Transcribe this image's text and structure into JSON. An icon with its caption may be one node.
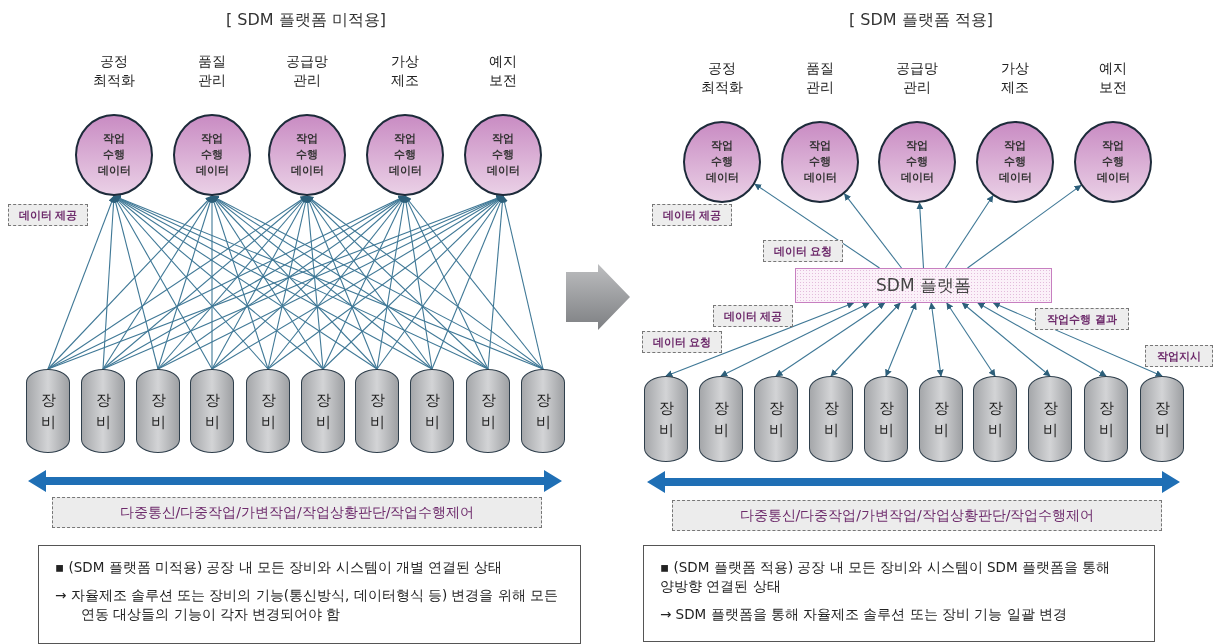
{
  "diagram": {
    "nodes": [
      {
        "text": [
          "공정 최적화",
          "작업 수행 데이터"
        ]
      },
      {
        "text": [
          "품질 관리",
          "작업 수행 데이터"
        ]
      },
      {
        "text": [
          "공급망 관리",
          "작업 수행 데이터"
        ]
      },
      {
        "text": [
          "가상 제조",
          "작업 수행 데이터"
        ]
      },
      {
        "text": [
          "예지 보전",
          "작업 수행 데이터"
        ]
      },
      {
        "text": [
          "장비"
        ]
      },
      {
        "text": [
          "장비"
        ]
      },
      {
        "text": [
          "장비"
        ]
      },
      {
        "text": [
          "장비"
        ]
      },
      {
        "text": [
          "장비"
        ]
      },
      {
        "text": [
          "장비"
        ]
      },
      {
        "text": [
          "장비"
        ]
      },
      {
        "text": [
          "장비"
        ]
      },
      {
        "text": [
          "장비"
        ]
      },
      {
        "text": [
          "장비"
        ]
      },
      {
        "text": [
          "다중통신/다중작업/가변작업/작업상황판단/작업수행제어"
        ]
      },
      {
        "text": [
          "▪ (SDM 플랫폼 미적용) 공장 내 모든 장비와 시스템이 개별 연결된 상태",
          "→ 자율제조 솔루션 또는 장비의 기능(통신방식, 데이터형식 등) 변경을 위해 모든 연동 대상들의 기능이 각자 변경되어야 함"
        ]
      },
      {
        "text": [
          "공정 최적화",
          "작업 수행 데이터"
        ]
      },
      {
        "text": [
          "품질 관리",
          "작업 수행 데이터"
        ]
      },
      {
        "text": [
          "공급망 관리",
          "작업 수행 데이터"
        ]
      },
      {
        "text": [
          "가상 제조",
          "작업 수행 데이터"
        ]
      },
      {
        "text": [
          "예지 보전",
          "작업 수행 데이터"
        ]
      },
      {
        "text": [
          "SDM 플랫폼"
        ]
      },
      {
        "text": [
          "장비"
        ]
      },
      {
        "text": [
          "장비"
        ]
      },
      {
        "text": [
          "장비"
        ]
      },
      {
        "text": [
          "장비"
        ]
      },
      {
        "text": [
          "장비"
        ]
      },
      {
        "text": [
          "장비"
        ]
      },
      {
        "text": [
          "장비"
        ]
      },
      {
        "text": [
          "장비"
        ]
      },
      {
        "text": [
          "장비"
        ]
      },
      {
        "text": [
          "장비"
        ]
      },
      {
        "text": [
          "다중통신/다중작업/가변작업/작업상황판단/작업수행제어"
        ]
      },
      {
        "text": [
          "▪ (SDM 플랫폼 적용) 공장 내 모든 장비와 시스템이 SDM 플랫폼을 통해 양방향 연결된 상태",
          "→ SDM 플랫폼을 통해 자율제조 솔루션 또는 장비 기능 일괄 변경"
        ]
      },
      {
        "text": [
          "데이터 제공"
        ]
      },
      {
        "text": [
          "데이터 제공"
        ]
      },
      {
        "text": [
          "데이터 요청"
        ]
      },
      {
        "text": [
          "데이터 제공"
        ]
      },
      {
        "text": [
          "데이터 요청"
        ]
      },
      {
        "text": [
          "작업수행 결과"
        ]
      },
      {
        "text": [
          "작업지시"
        ]
      }
    ],
    "edges": [
      {
        "from": 5,
        "to": 0,
        "arrow": "to"
      },
      {
        "from": 5,
        "to": 1,
        "arrow": "to"
      },
      {
        "from": 5,
        "to": 2,
        "arrow": "to"
      },
      {
        "from": 5,
        "to": 3,
        "arrow": "to"
      },
      {
        "from": 5,
        "to": 4,
        "arrow": "to"
      },
      {
        "from": 6,
        "to": 0,
        "arrow": "to"
      },
      {
        "from": 6,
        "to": 1,
        "arrow": "to"
      },
      {
        "from": 6,
        "to": 2,
        "arrow": "to"
      },
      {
        "from": 6,
        "to": 3,
        "arrow": "to"
      },
      {
        "from": 6,
        "to": 4,
        "arrow": "to"
      },
      {
        "from": 7,
        "to": 0,
        "arrow": "to"
      },
      {
        "from": 7,
        "to": 1,
        "arrow": "to"
      },
      {
        "from": 7,
        "to": 2,
        "arrow": "to"
      },
      {
        "from": 7,
        "to": 3,
        "arrow": "to"
      },
      {
        "from": 7,
        "to": 4,
        "arrow": "to"
      },
      {
        "from": 8,
        "to": 0,
        "arrow": "to"
      },
      {
        "from": 8,
        "to": 1,
        "arrow": "to"
      },
      {
        "from": 8,
        "to": 2,
        "arrow": "to"
      },
      {
        "from": 8,
        "to": 3,
        "arrow": "to"
      },
      {
        "from": 8,
        "to": 4,
        "arrow": "to"
      },
      {
        "from": 9,
        "to": 0,
        "arrow": "to"
      },
      {
        "from": 9,
        "to": 1,
        "arrow": "to"
      },
      {
        "from": 9,
        "to": 2,
        "arrow": "to"
      },
      {
        "from": 9,
        "to": 3,
        "arrow": "to"
      },
      {
        "from": 9,
        "to": 4,
        "arrow": "to"
      },
      {
        "from": 10,
        "to": 0,
        "arrow": "to"
      },
      {
        "from": 10,
        "to": 1,
        "arrow": "to"
      },
      {
        "from": 10,
        "to": 2,
        "arrow": "to"
      },
      {
        "from": 10,
        "to": 3,
        "arrow": "to"
      },
      {
        "from": 10,
        "to": 4,
        "arrow": "to"
      },
      {
        "from": 11,
        "to": 0,
        "arrow": "to"
      },
      {
        "from": 11,
        "to": 1,
        "arrow": "to"
      },
      {
        "from": 11,
        "to": 2,
        "arrow": "to"
      },
      {
        "from": 11,
        "to": 3,
        "arrow": "to"
      },
      {
        "from": 11,
        "to": 4,
        "arrow": "to"
      },
      {
        "from": 12,
        "to": 0,
        "arrow": "to"
      },
      {
        "from": 12,
        "to": 1,
        "arrow": "to"
      },
      {
        "from": 12,
        "to": 2,
        "arrow": "to"
      },
      {
        "from": 12,
        "to": 3,
        "arrow": "to"
      },
      {
        "from": 12,
        "to": 4,
        "arrow": "to"
      },
      {
        "from": 13,
        "to": 0,
        "arrow": "to"
      },
      {
        "from": 13,
        "to": 1,
        "arrow": "to"
      },
      {
        "from": 13,
        "to": 2,
        "arrow": "to"
      },
      {
        "from": 13,
        "to": 3,
        "arrow": "to"
      },
      {
        "from": 13,
        "to": 4,
        "arrow": "to"
      },
      {
        "from": 14,
        "to": 0,
        "arrow": "to"
      },
      {
        "from": 14,
        "to": 1,
        "arrow": "to"
      },
      {
        "from": 14,
        "to": 2,
        "arrow": "to"
      },
      {
        "from": 14,
        "to": 3,
        "arrow": "to"
      },
      {
        "from": 14,
        "to": 4,
        "arrow": "to"
      },
      {
        "from": 22,
        "to": 17,
        "arrow": "to"
      },
      {
        "from": 22,
        "to": 18,
        "arrow": "to"
      },
      {
        "from": 22,
        "to": 19,
        "arrow": "to"
      },
      {
        "from": 22,
        "to": 20,
        "arrow": "to"
      },
      {
        "from": 22,
        "to": 21,
        "arrow": "to"
      },
      {
        "from": 22,
        "to": 23,
        "arrow": "both"
      },
      {
        "from": 22,
        "to": 24,
        "arrow": "both"
      },
      {
        "from": 22,
        "to": 25,
        "arrow": "both"
      },
      {
        "from": 22,
        "to": 26,
        "arrow": "both"
      },
      {
        "from": 22,
        "to": 27,
        "arrow": "both"
      },
      {
        "from": 22,
        "to": 28,
        "arrow": "both"
      },
      {
        "from": 22,
        "to": 29,
        "arrow": "both"
      },
      {
        "from": 22,
        "to": 30,
        "arrow": "both"
      },
      {
        "from": 22,
        "to": 31,
        "arrow": "both"
      },
      {
        "from": 22,
        "to": 32,
        "arrow": "both"
      }
    ],
    "labels": [
      "[ SDM 플랫폼 미적용]",
      "[ SDM 플랫폼 적용]"
    ]
  }
}
